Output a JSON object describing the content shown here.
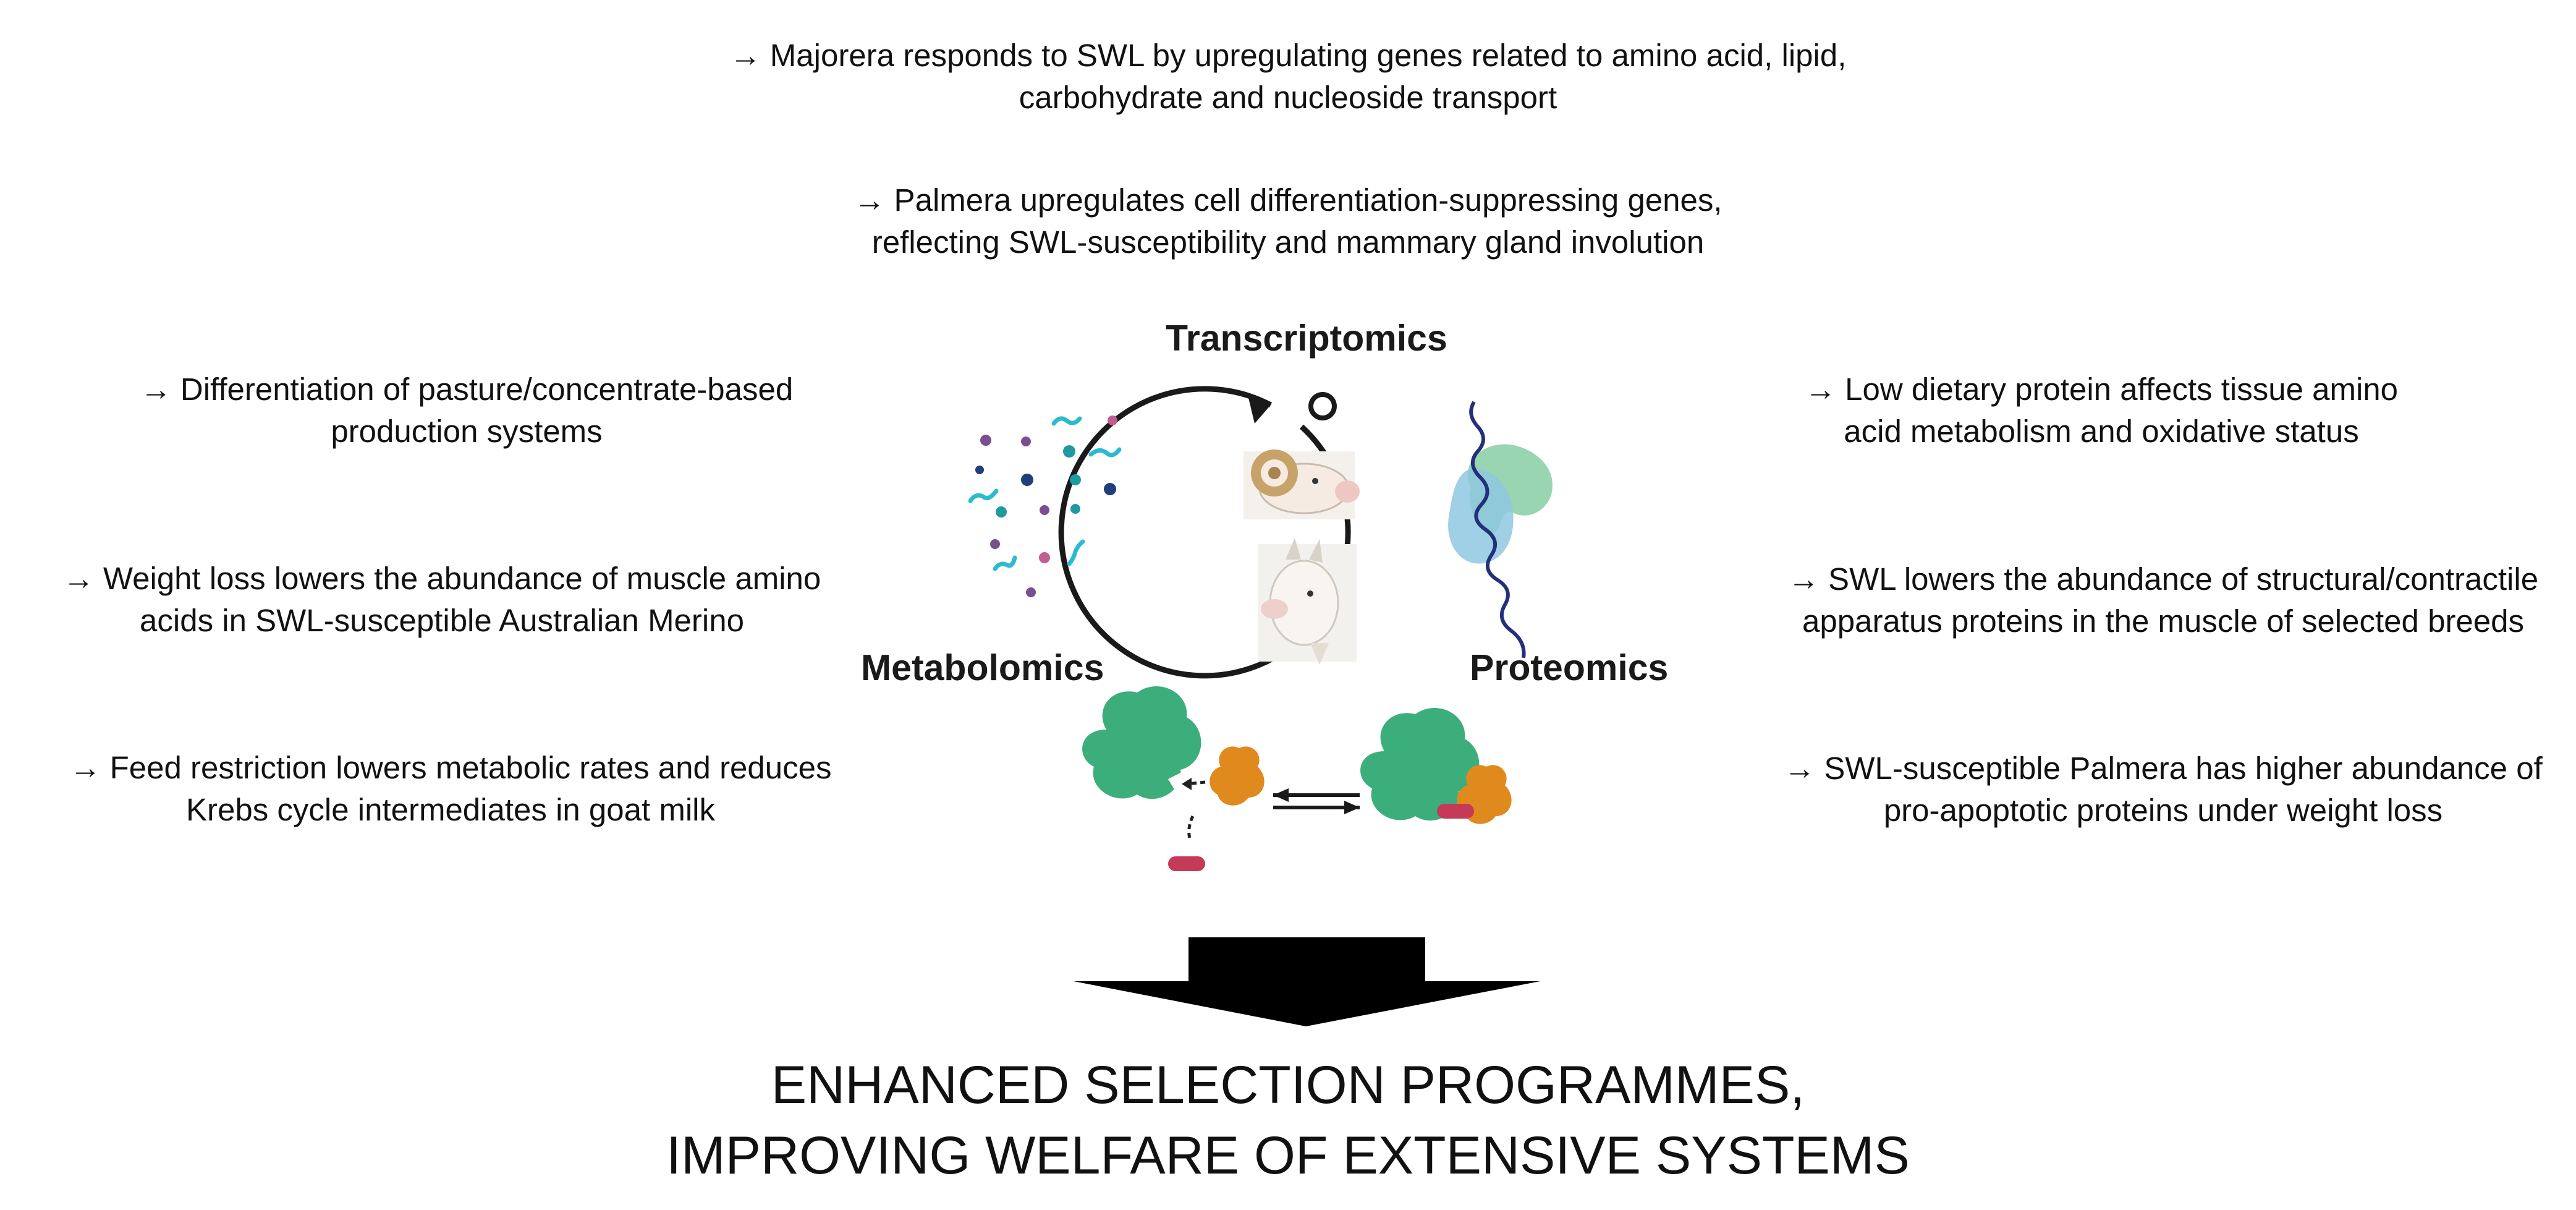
{
  "top_findings": [
    {
      "lines": [
        "→ Majorera responds to SWL by upregulating genes related to amino acid, lipid,",
        "carbohydrate and nucleoside transport"
      ]
    },
    {
      "lines": [
        "→ Palmera upregulates cell differentiation-suppressing genes,",
        "reflecting SWL-susceptibility and mammary gland involution"
      ]
    }
  ],
  "left_findings": [
    {
      "lines": [
        "→ Differentiation of pasture/concentrate-based",
        "production systems"
      ]
    },
    {
      "lines": [
        "→ Weight loss lowers the abundance of muscle amino",
        "acids in SWL-susceptible Australian Merino"
      ]
    },
    {
      "lines": [
        "→ Feed restriction lowers metabolic rates and reduces",
        "Krebs cycle intermediates in goat milk"
      ]
    }
  ],
  "right_findings": [
    {
      "lines": [
        "→ Low dietary protein affects tissue amino",
        "acid metabolism and oxidative status"
      ]
    },
    {
      "lines": [
        "→ SWL lowers the abundance of structural/contractile",
        "apparatus proteins in the muscle of selected breeds"
      ]
    },
    {
      "lines": [
        "→ SWL-susceptible Palmera has higher abundance of",
        "pro-apoptotic proteins under weight loss"
      ]
    }
  ],
  "omics": {
    "transcriptomics": "Transcriptomics",
    "metabolomics": "Metabolomics",
    "proteomics": "Proteomics"
  },
  "conclusion": {
    "lines": [
      "ENHANCED SELECTION PROGRAMMES,",
      "IMPROVING WELFARE OF EXTENSIVE SYSTEMS"
    ]
  },
  "icons": [
    "metabolite-dots-icon",
    "sheep-head-icon",
    "goat-head-icon",
    "protein-strand-icon",
    "enzyme-substrate-icon",
    "equilibrium-arrows-icon",
    "down-arrow-icon"
  ],
  "colors": {
    "teal": "#1f9aa0",
    "navy": "#1f3f7a",
    "purple": "#7a4f8e",
    "enzyme_green": "#3cae7c",
    "enzyme_orange": "#e08a1e",
    "substrate_red": "#c43a57",
    "protein_green": "#8fd0a8",
    "protein_blue": "#8ec8e0",
    "arrow_black": "#000000"
  }
}
